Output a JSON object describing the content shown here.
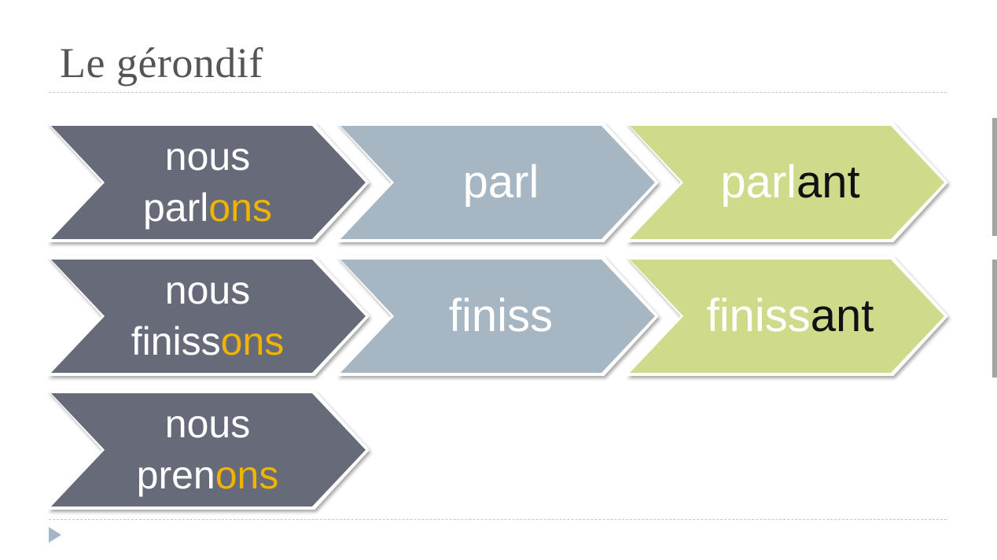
{
  "slide": {
    "title": "Le gérondif"
  },
  "rows": [
    {
      "nous_form": {
        "line1": "nous",
        "stem": "parl",
        "suffix": "ons"
      },
      "stem_box": "parl",
      "gerund": {
        "stem": "parl",
        "ending": "ant"
      }
    },
    {
      "nous_form": {
        "line1": "nous",
        "stem": "finiss",
        "suffix": "ons"
      },
      "stem_box": "finiss",
      "gerund": {
        "stem": "finiss",
        "ending": "ant"
      }
    },
    {
      "nous_form": {
        "line1": "nous",
        "stem": "pren",
        "suffix": "ons"
      }
    }
  ],
  "colors": {
    "dark_chevron": "#676a78",
    "light_chevron": "#a7b6c3",
    "green_chevron": "#cfdb8a",
    "ons_suffix": "#f0b400",
    "ant_ending": "#111111",
    "title_text": "#555555"
  },
  "icons": {
    "pager": "play-triangle-icon"
  }
}
